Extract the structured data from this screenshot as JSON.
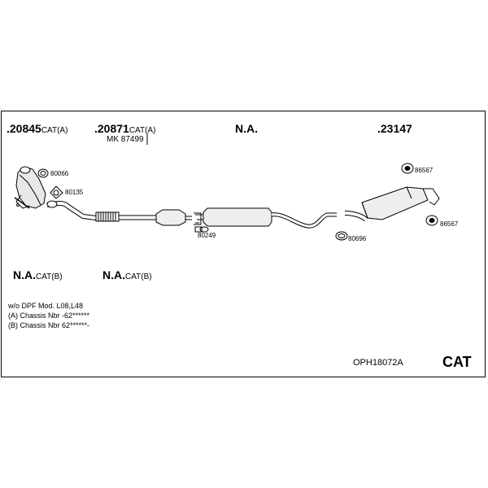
{
  "header_labels": {
    "p1_num": ".20845",
    "p1_suffix": "CAT(A)",
    "p2_num": ".20871",
    "p2_suffix": "CAT(A)",
    "p2_sub": "MK 87499",
    "p3": "N.A.",
    "p4": ".23147"
  },
  "lower_labels": {
    "l1_num": "N.A.",
    "l1_suffix": "CAT(B)",
    "l2_num": "N.A.",
    "l2_suffix": "CAT(B)"
  },
  "parts": {
    "a": "80066",
    "b": "80135",
    "c": "80249",
    "d": "80696",
    "e": "86567",
    "f": "86567"
  },
  "notes": {
    "line1": "w/o DPF   Mod. L08,L48",
    "line2": "(A) Chassis Nbr -62******",
    "line3": "(B) Chassis Nbr 62******-"
  },
  "footer": {
    "code": "OPH18072A",
    "type": "CAT"
  }
}
